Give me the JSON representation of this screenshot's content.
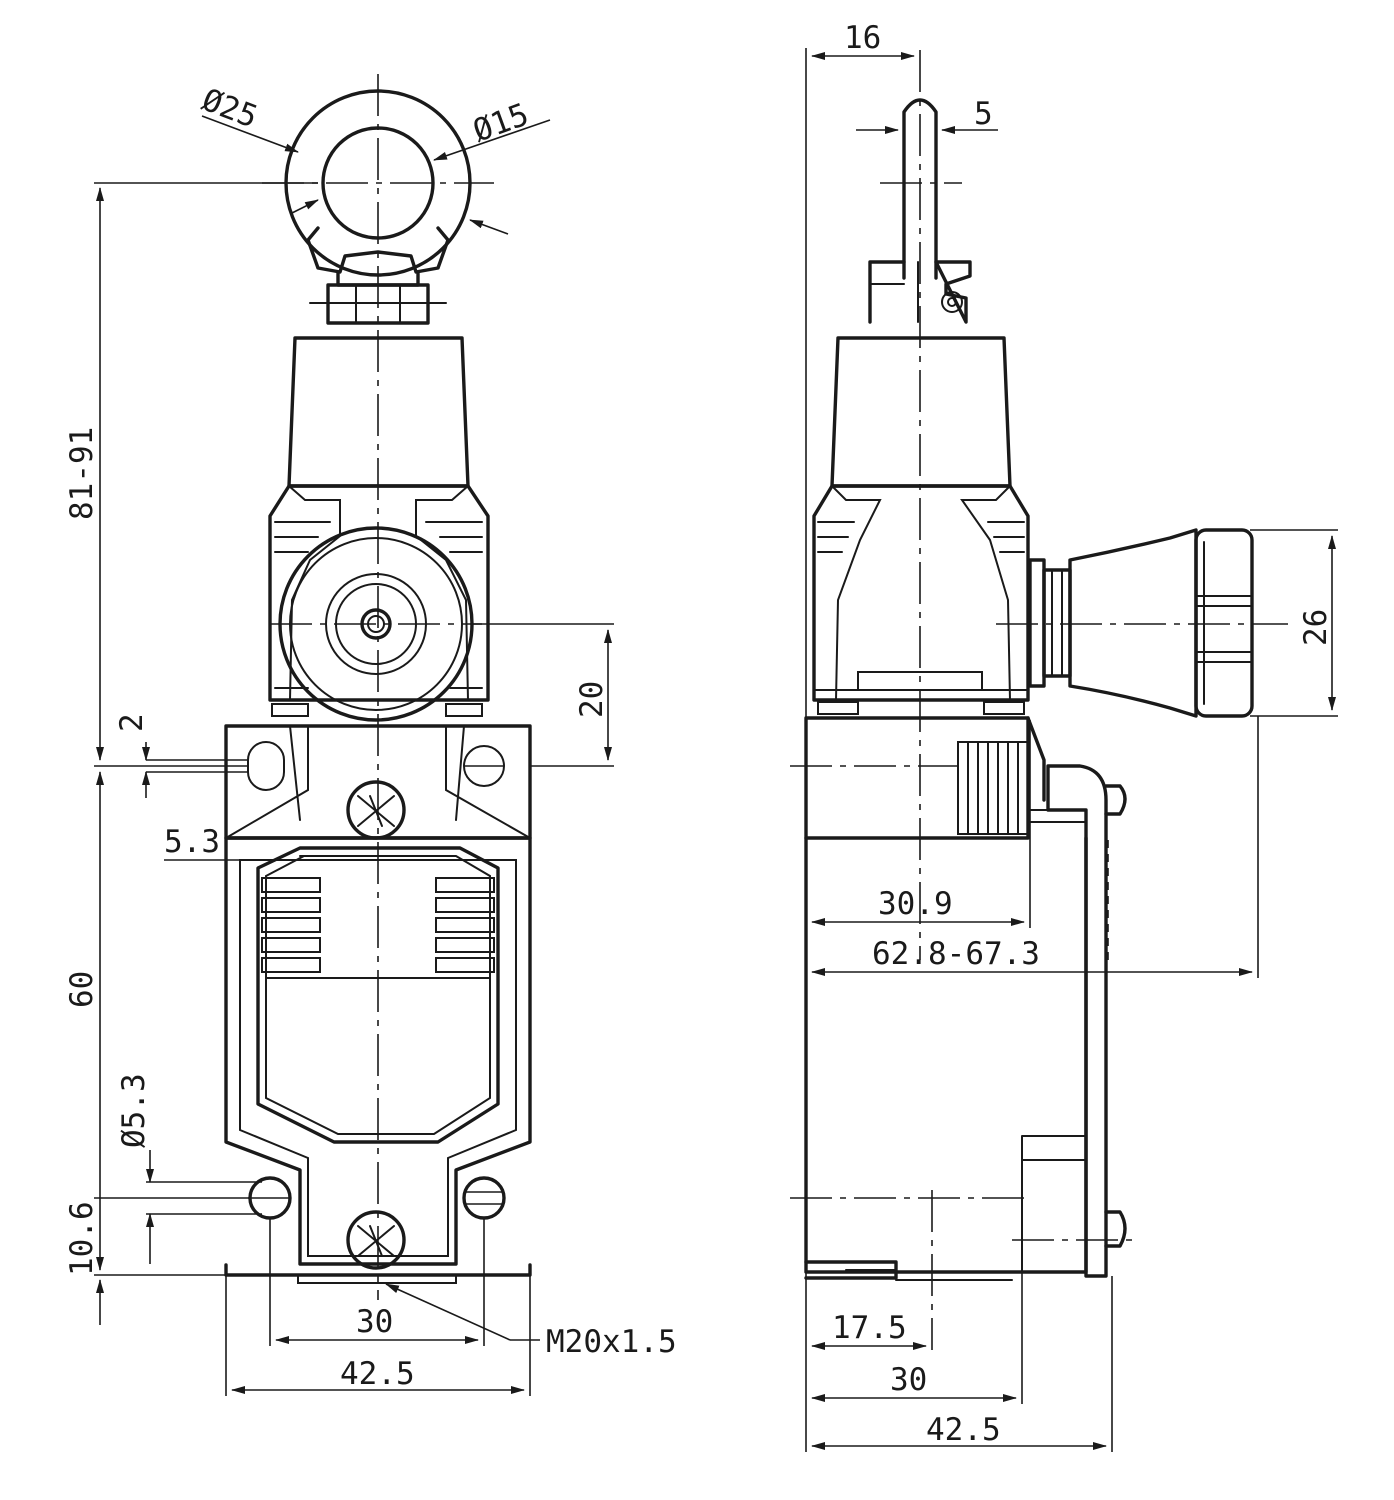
{
  "front_view": {
    "dim_roller_outer": "Ø25",
    "dim_roller_inner": "Ø15",
    "dim_total_height": "81-91",
    "dim_hub_offset": "20",
    "dim_flange_offset": "2",
    "dim_slot_width": "5.3",
    "dim_body_height": "60",
    "dim_hole_diameter": "Ø5.3",
    "dim_bottom_offset": "10.6",
    "dim_hole_spacing": "30",
    "dim_body_width": "42.5",
    "thread_label": "M20x1.5"
  },
  "side_view": {
    "dim_lever_offset": "16",
    "dim_lever_width": "5",
    "dim_knob_diameter": "26",
    "dim_mount_depth": "30.9",
    "dim_total_depth": "62.8-67.3",
    "dim_bottom_offset": "17.5",
    "dim_hole_spacing": "30",
    "dim_body_depth": "42.5"
  }
}
